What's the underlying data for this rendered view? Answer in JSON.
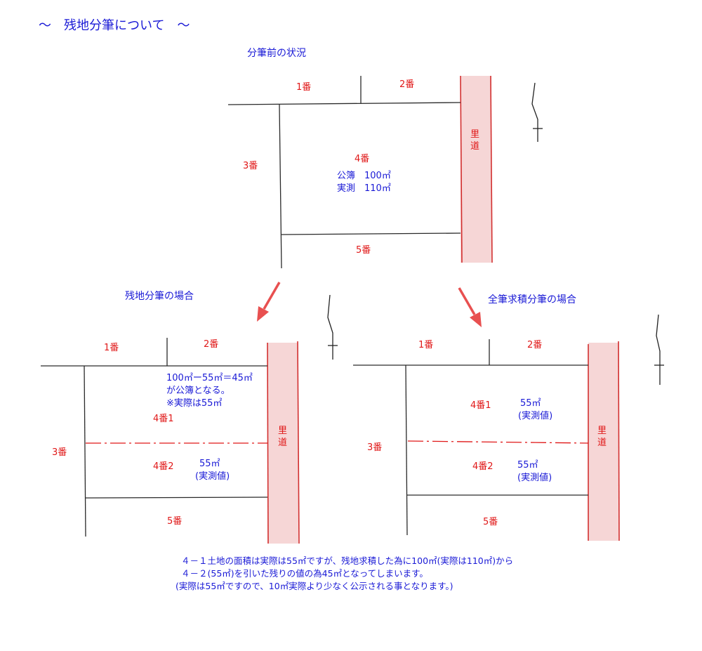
{
  "title": "～　残地分筆について　～",
  "section_before": "分筆前の状況",
  "section_left": "残地分筆の場合",
  "section_right": "全筆求積分筆の場合",
  "road": "里道",
  "before": {
    "lot1": "1番",
    "lot2": "2番",
    "lot3": "3番",
    "lot4": "4番",
    "lot5": "5番",
    "registry": "公簿　100㎡",
    "survey": "実測　110㎡"
  },
  "left": {
    "lot1": "1番",
    "lot2": "2番",
    "lot3": "3番",
    "lot5": "5番",
    "calc1": "100㎡ー55㎡＝45㎡",
    "calc2": "が公簿となる。",
    "calc3": "※実際は55㎡",
    "lot41": "4番1",
    "lot42": "4番2",
    "area42": "55㎡",
    "area42_note": "(実測値)"
  },
  "right": {
    "lot1": "1番",
    "lot2": "2番",
    "lot3": "3番",
    "lot5": "5番",
    "lot41": "4番1",
    "area41": "55㎡",
    "area41_note": "(実測値)",
    "lot42": "4番2",
    "area42": "55㎡",
    "area42_note": "(実測値)"
  },
  "notes": [
    "４－１土地の面積は実際は55㎡ですが、残地求積した為に100㎡(実際は110㎡)から",
    "４－２(55㎡)を引いた残りの値の為45㎡となってしまいます。",
    "(実際は55㎡ですので、10㎡実際より少なく公示される事となります。)"
  ],
  "colors": {
    "blue_text": "#1a1ad6",
    "red_text": "#e01818",
    "road_fill": "#f6d6d6",
    "road_edge": "#d23030"
  }
}
